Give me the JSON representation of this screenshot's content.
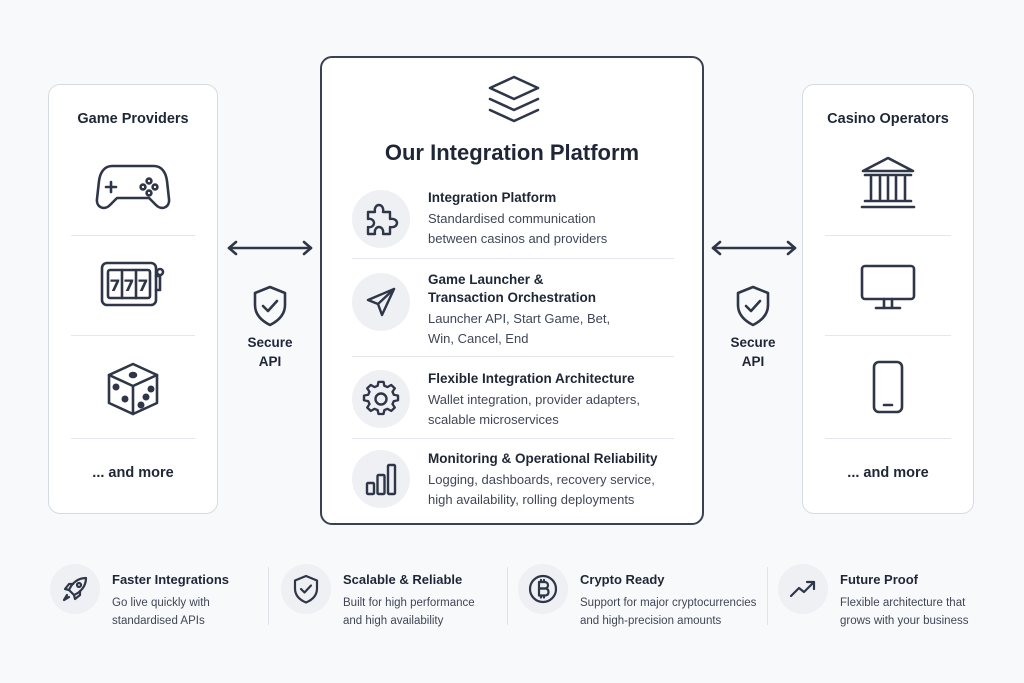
{
  "left_panel": {
    "title": "Game Providers",
    "more": "... and more",
    "icons": [
      "gamepad-icon",
      "slot-machine-icon",
      "dice-icon"
    ],
    "slot_digits": "777"
  },
  "right_panel": {
    "title": "Casino Operators",
    "more": "... and more",
    "icons": [
      "bank-building-icon",
      "monitor-icon",
      "smartphone-icon"
    ]
  },
  "center": {
    "logo_icon": "layers-icon",
    "title": "Our Integration Platform",
    "features": [
      {
        "icon": "puzzle-icon",
        "title": "Integration Platform",
        "desc": [
          "Standardised communication",
          "between casinos and providers"
        ]
      },
      {
        "icon": "paper-plane-icon",
        "title": [
          "Game Launcher &",
          "Transaction Orchestration"
        ],
        "desc": [
          "Launcher API, Start Game, Bet,",
          "Win, Cancel, End"
        ]
      },
      {
        "icon": "gear-icon",
        "title": "Flexible Integration Architecture",
        "desc": [
          "Wallet integration, provider adapters,",
          "scalable microservices"
        ]
      },
      {
        "icon": "bar-chart-icon",
        "title": "Monitoring & Operational Reliability",
        "desc": [
          "Logging, dashboards, recovery service,",
          "high availability, rolling deployments"
        ]
      }
    ]
  },
  "connectors": {
    "left": {
      "label": [
        "Secure",
        "API"
      ],
      "icon": "shield-check-icon"
    },
    "right": {
      "label": [
        "Secure",
        "API"
      ],
      "icon": "shield-check-icon"
    }
  },
  "benefits": [
    {
      "icon": "rocket-icon",
      "title": "Faster Integrations",
      "desc": [
        "Go live quickly with",
        "standardised APIs"
      ]
    },
    {
      "icon": "shield-check-icon",
      "title": "Scalable & Reliable",
      "desc": [
        "Built for high performance",
        "and high availability"
      ]
    },
    {
      "icon": "bitcoin-icon",
      "title": "Crypto Ready",
      "desc": [
        "Support for major cryptocurrencies",
        "and high-precision amounts"
      ]
    },
    {
      "icon": "trend-up-icon",
      "title": "Future Proof",
      "desc": [
        "Flexible architecture that",
        "grows with your business"
      ]
    }
  ],
  "colors": {
    "stroke": "#2f3648",
    "panel_border": "#d6dbe3",
    "icon_bg": "#eef0f4"
  }
}
